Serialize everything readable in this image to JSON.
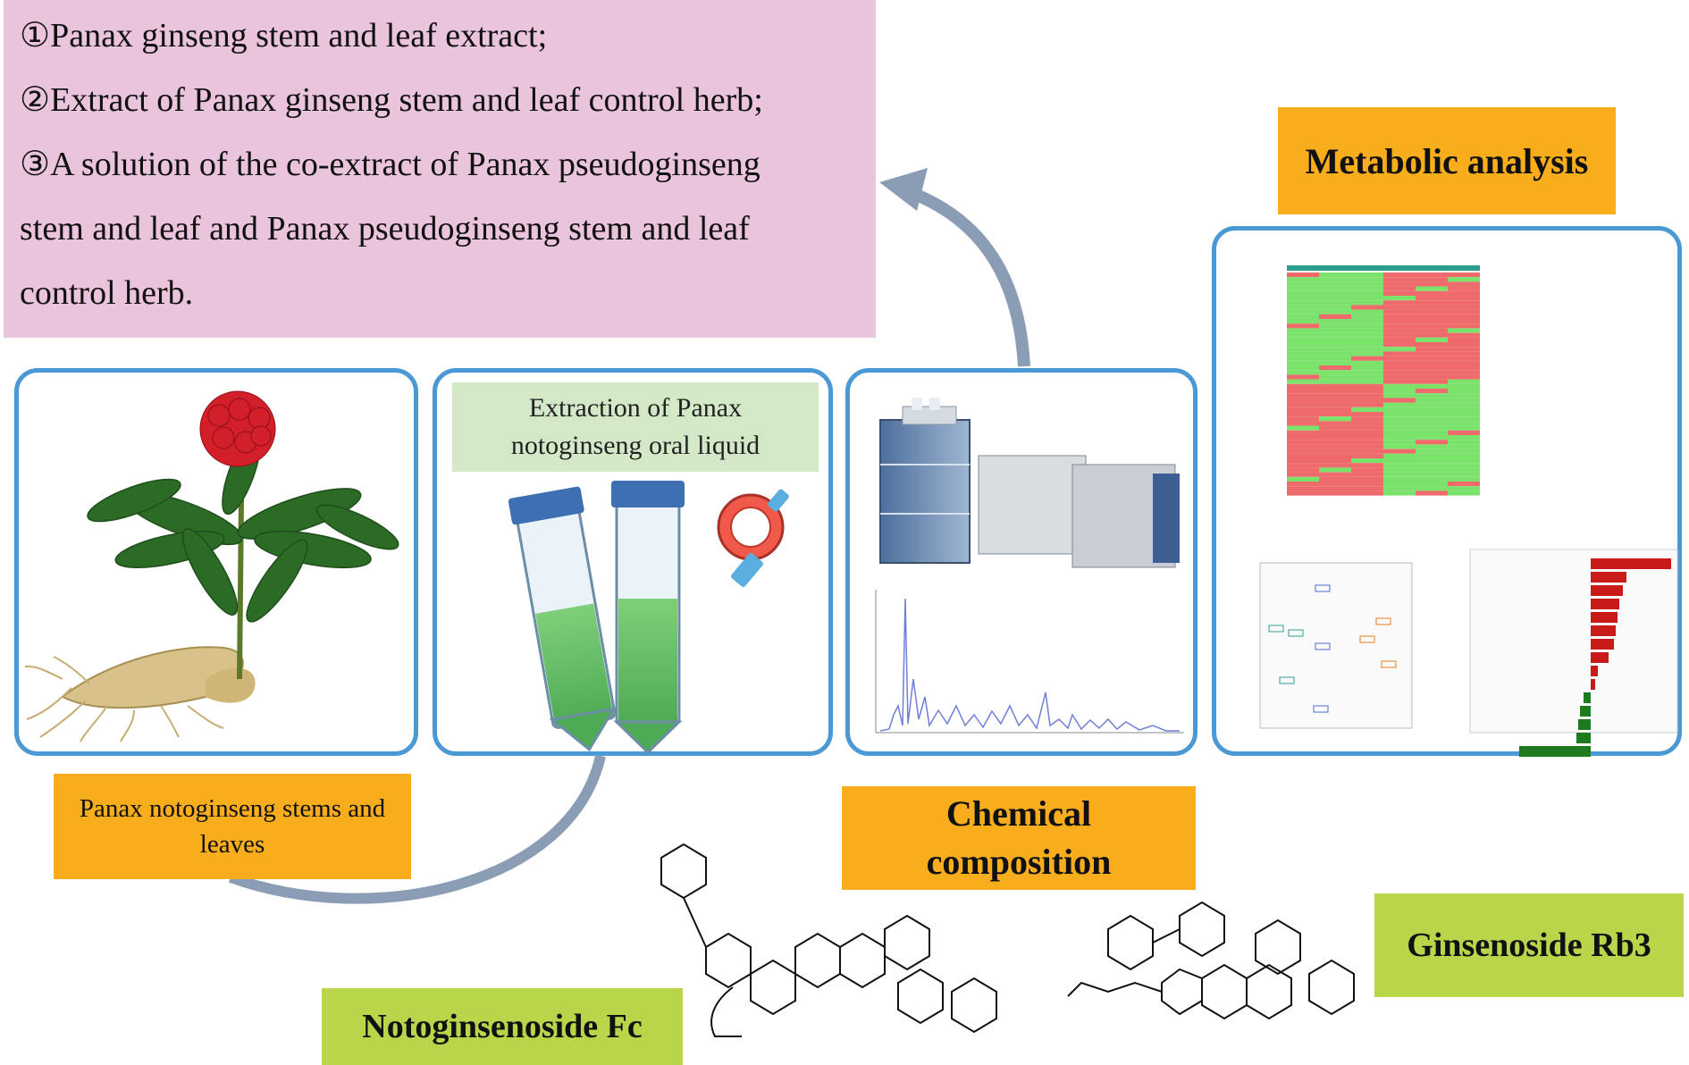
{
  "description": {
    "lines": [
      "①Panax ginseng stem and leaf extract;",
      "②Extract of Panax ginseng stem and leaf control herb;",
      "③A solution of the co-extract of Panax pseudoginseng",
      "stem and leaf and Panax pseudoginseng stem and leaf",
      "control herb."
    ]
  },
  "labels": {
    "metabolic": "Metabolic analysis",
    "stems": "Panax notoginseng stems and leaves",
    "extraction": "Extraction of Panax notoginseng oral liquid",
    "chemical": "Chemical composition",
    "rb3": "Ginsenoside Rb3",
    "fc": "Notoginsenoside Fc"
  },
  "colors": {
    "panel_border": "#4a98d4",
    "arrow": "#8b9db5",
    "description_bg": "#eac4dd",
    "orange_label": "#f7ad1c",
    "green_label": "#b9d64a",
    "extraction_label_bg": "#d3e8c7"
  },
  "icons": [
    "ginseng-plant-icon",
    "centrifuge-tube-icon",
    "syringe-filter-icon",
    "lc-ms-instrument-icon",
    "chromatogram-icon",
    "heatmap-icon",
    "pca-plot-icon",
    "bar-chart-icon",
    "molecule-structure-icon"
  ]
}
